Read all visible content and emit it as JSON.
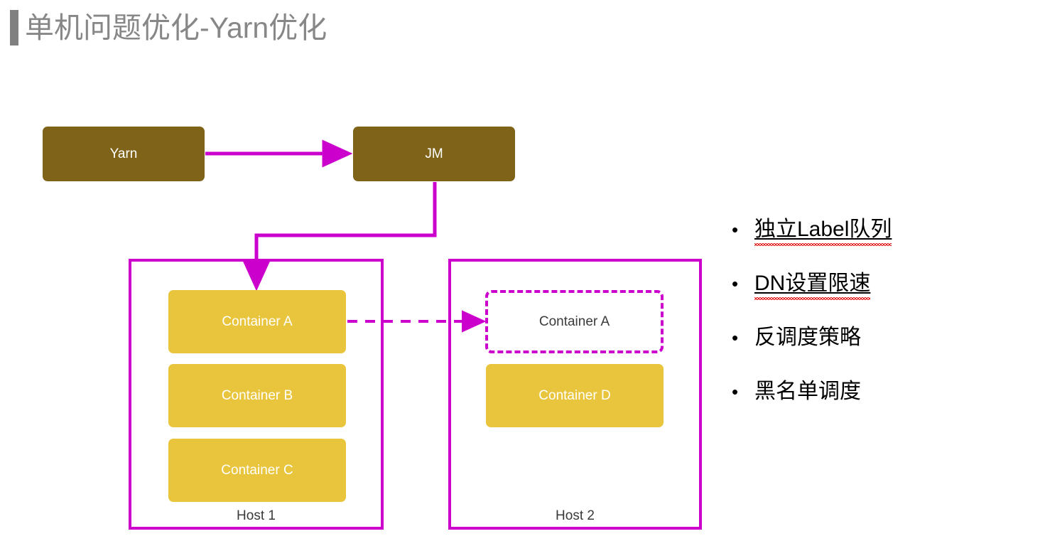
{
  "slide": {
    "title": "单机问题优化-Yarn优化",
    "accent_color": "#808080",
    "title_color": "#878787",
    "background": "#ffffff"
  },
  "palette": {
    "olive": "#7E6318",
    "yellow": "#E8C53C",
    "magenta": "#CC00CC",
    "text_dark": "#3a3a3a",
    "spellcheck_red": "#e01b1b"
  },
  "diagram": {
    "nodes": {
      "yarn": {
        "label": "Yarn"
      },
      "jm": {
        "label": "JM"
      },
      "host1": {
        "label": "Host 1",
        "containers": [
          {
            "label": "Container A",
            "style": "solid"
          },
          {
            "label": "Container B",
            "style": "solid"
          },
          {
            "label": "Container C",
            "style": "solid"
          }
        ]
      },
      "host2": {
        "label": "Host 2",
        "containers": [
          {
            "label": "Container A",
            "style": "dashed"
          },
          {
            "label": "Container D",
            "style": "solid"
          }
        ]
      }
    },
    "edges": [
      {
        "from": "Yarn",
        "to": "JM",
        "style": "solid"
      },
      {
        "from": "JM",
        "to": "Container A (Host 1)",
        "style": "solid"
      },
      {
        "from": "Container A (Host 1)",
        "to": "Container A (Host 2)",
        "style": "dashed"
      }
    ]
  },
  "bullets": [
    {
      "marker": "•",
      "text": "独立Label队列",
      "underlined": true,
      "misspelled": true
    },
    {
      "marker": "•",
      "text": "DN设置限速",
      "underlined": true,
      "misspelled": true
    },
    {
      "marker": "•",
      "text": "反调度策略",
      "underlined": false,
      "misspelled": false
    },
    {
      "marker": "•",
      "text": "黑名单调度",
      "underlined": false,
      "misspelled": false
    }
  ]
}
